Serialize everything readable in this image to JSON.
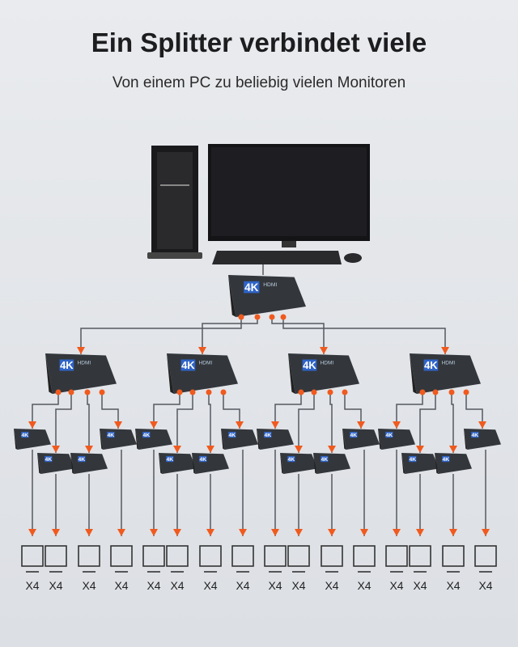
{
  "header": {
    "title": "Ein Splitter verbindet viele",
    "subtitle": "Von einem PC zu beliebig vielen Monitoren"
  },
  "device": {
    "logo_text": "4K",
    "brand_text": "HDMI"
  },
  "monitors": {
    "count_label": "X4",
    "total": 16
  },
  "colors": {
    "arrow": "#f05a1e",
    "line": "#555a60",
    "device": "#33373c",
    "logo": "#2f64c8"
  }
}
